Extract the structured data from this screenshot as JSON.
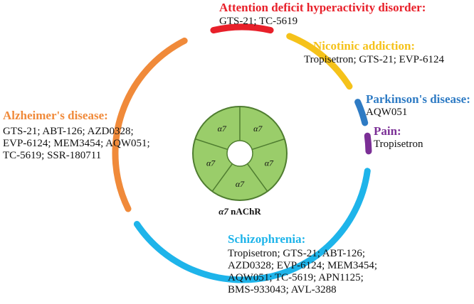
{
  "colors": {
    "adhd": "#e8202a",
    "nicotine": "#f5c21a",
    "parkinson": "#2e7bc4",
    "pain": "#7b2f96",
    "schizophrenia": "#1eb4ea",
    "alzheimer": "#f08a3a",
    "receptor_fill": "#9acd6a",
    "receptor_stroke": "#4f7d30"
  },
  "diseases": [
    {
      "key": "adhd",
      "title": "Attention deficit hyperactivity disorder:",
      "drugs": [
        "GTS-21; TC-5619"
      ]
    },
    {
      "key": "nicotine",
      "title": "Nicotinic addiction:",
      "drugs": [
        "Tropisetron; GTS-21; EVP-6124"
      ]
    },
    {
      "key": "parkinson",
      "title": "Parkinson's disease:",
      "drugs": [
        "AQW051"
      ]
    },
    {
      "key": "pain",
      "title": "Pain:",
      "drugs": [
        "Tropisetron"
      ]
    },
    {
      "key": "schizophrenia",
      "title": "Schizophrenia:",
      "drugs": [
        "Tropisetron; GTS-21; ABT-126;",
        "AZD0328; EVP-6124; MEM3454;",
        "AQW051; TC-5619; APN1125;",
        "BMS-933043; AVL-3288"
      ]
    },
    {
      "key": "alzheimer",
      "title": "Alzheimer's disease:",
      "drugs": [
        "GTS-21; ABT-126; AZD0328;",
        "EVP-6124; MEM3454; AQW051;",
        "TC-5619; SSR-180711"
      ]
    }
  ],
  "receptor": {
    "subunits": [
      "α7",
      "α7",
      "α7",
      "α7",
      "α7"
    ],
    "caption_symbol": "α7",
    "caption_text": " nAChR"
  }
}
